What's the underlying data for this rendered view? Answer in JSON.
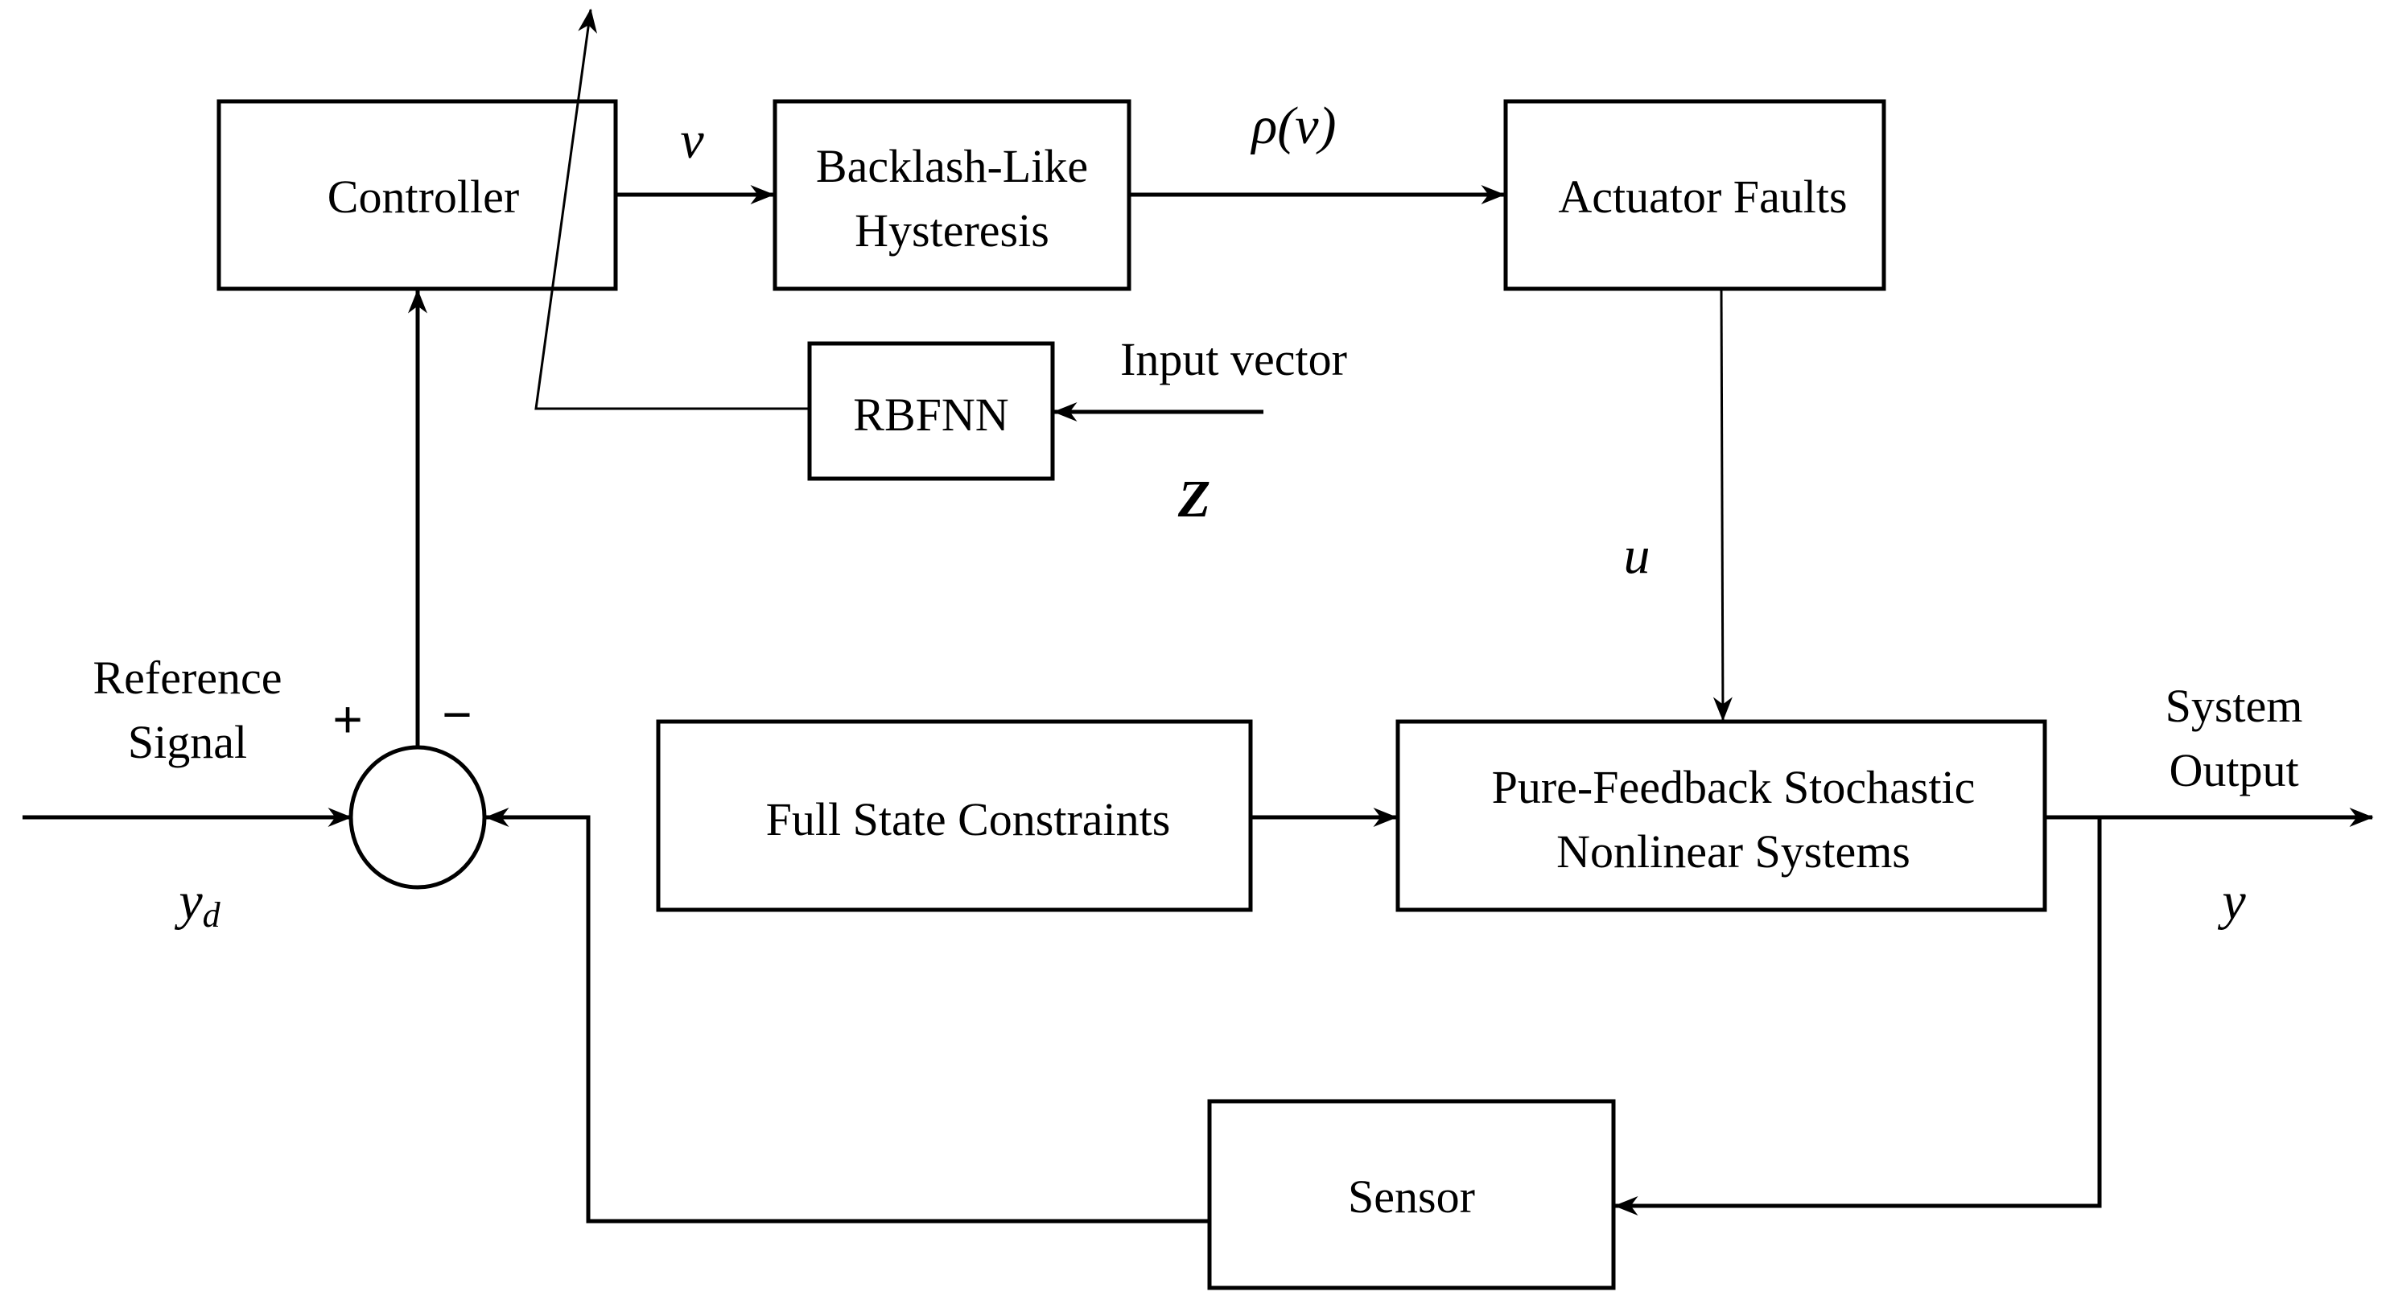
{
  "diagram": {
    "type": "control-system-block-diagram",
    "blocks": {
      "controller": {
        "label": "Controller"
      },
      "hysteresis": {
        "line1": "Backlash-Like",
        "line2": "Hysteresis"
      },
      "actuator": {
        "label": "Actuator Faults"
      },
      "rbfnn": {
        "label": "RBFNN"
      },
      "constraints": {
        "label": "Full State Constraints"
      },
      "plant": {
        "line1": "Pure-Feedback Stochastic",
        "line2": "Nonlinear Systems"
      },
      "sensor": {
        "label": "Sensor"
      }
    },
    "signals": {
      "v": "v",
      "rho_v": "ρ(v)",
      "u": "u",
      "z": "Z",
      "y": "y",
      "yd_main": "y",
      "yd_sub": "d"
    },
    "annotations": {
      "input_vector": "Input vector",
      "reference_line1": "Reference",
      "reference_line2": "Signal",
      "output_line1": "System",
      "output_line2": "Output",
      "plus": "+",
      "minus": "−"
    },
    "connections": [
      {
        "from": "reference",
        "to": "summing-junction",
        "sign": "+"
      },
      {
        "from": "sensor",
        "to": "summing-junction",
        "sign": "−"
      },
      {
        "from": "summing-junction",
        "to": "controller"
      },
      {
        "from": "controller",
        "to": "hysteresis",
        "signal": "v"
      },
      {
        "from": "hysteresis",
        "to": "actuator",
        "signal": "ρ(v)"
      },
      {
        "from": "actuator",
        "to": "plant",
        "signal": "u"
      },
      {
        "from": "constraints",
        "to": "plant"
      },
      {
        "from": "plant",
        "to": "output",
        "signal": "y"
      },
      {
        "from": "plant",
        "to": "sensor"
      },
      {
        "from": "input-vector",
        "to": "rbfnn",
        "signal": "Z"
      },
      {
        "from": "rbfnn",
        "to": "controller",
        "kind": "adaptive-tuning-arrow"
      }
    ]
  }
}
